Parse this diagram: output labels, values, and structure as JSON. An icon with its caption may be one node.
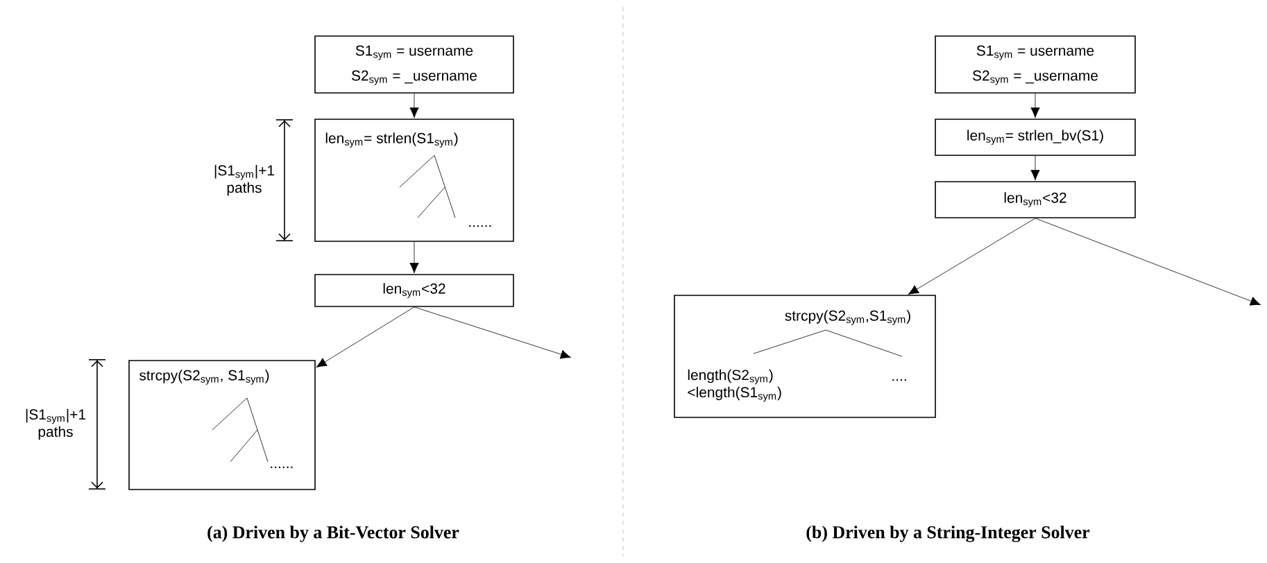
{
  "diagram": {
    "nodes": [
      {
        "text": [
          "S1$_{sym}$ = username",
          "S2$_{sym}$ = _username"
        ]
      },
      {
        "text": [
          "len$_{sym}$= strlen(S1$_{sym}$)",
          "......"
        ]
      },
      {
        "text": [
          "len$_{sym}$<32"
        ]
      },
      {
        "text": [
          "strcpy(S2$_{sym}$, S1$_{sym}$)",
          "......"
        ]
      },
      {
        "text": [
          "S1$_{sym}$ = username",
          "S2$_{sym}$ = _username"
        ]
      },
      {
        "text": [
          "len$_{sym}$= strlen_bv(S1)"
        ]
      },
      {
        "text": [
          "len$_{sym}$<32"
        ]
      },
      {
        "text": [
          "strcpy(S2$_{sym}$,S1$_{sym}$)",
          "length(S2$_{sym}$) <length(S1$_{sym}$)",
          "...."
        ]
      }
    ],
    "edges": [
      {
        "from": 0,
        "to": 1,
        "arrow": "to"
      },
      {
        "from": 1,
        "to": 2,
        "arrow": "to"
      },
      {
        "from": 2,
        "to": 3,
        "arrow": "to"
      },
      {
        "from": 2,
        "to": null,
        "arrow": "to"
      },
      {
        "from": 4,
        "to": 5,
        "arrow": "to"
      },
      {
        "from": 5,
        "to": 6,
        "arrow": "to"
      },
      {
        "from": 6,
        "to": 7,
        "arrow": "to"
      },
      {
        "from": 6,
        "to": null,
        "arrow": "to"
      }
    ],
    "labels": [
      "|S1$_{sym}$|+1 paths",
      "|S1$_{sym}$|+1 paths",
      "(a) Driven by a Bit-Vector Solver",
      "(b) Driven by a String-Integer Solver"
    ]
  }
}
